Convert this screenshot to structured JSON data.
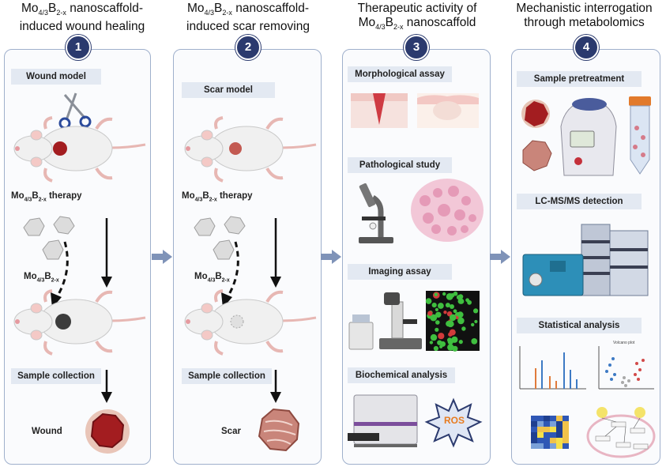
{
  "columns": [
    {
      "num": "1",
      "title_line1_a": "Mo",
      "title_line1_sub1": "4/3",
      "title_line1_b": "B",
      "title_line1_sub2": "2-x",
      "title_line1_c": " nanoscaffold-",
      "title_line2": "induced wound healing"
    },
    {
      "num": "2",
      "title_line1_a": "Mo",
      "title_line1_sub1": "4/3",
      "title_line1_b": "B",
      "title_line1_sub2": "2-x",
      "title_line1_c": " nanoscaffold-",
      "title_line2": "induced scar removing"
    },
    {
      "num": "3",
      "title_line1": "Therapeutic activity of",
      "title_line2_a": "Mo",
      "title_line2_sub1": "4/3",
      "title_line2_b": "B",
      "title_line2_sub2": "2-x",
      "title_line2_c": " nanoscaffold"
    },
    {
      "num": "4",
      "title_line1": "Mechanistic interrogation",
      "title_line2": "through metabolomics"
    }
  ],
  "panel1": {
    "wound_model": "Wound model",
    "therapy_a": "Mo",
    "therapy_sub1": "4/3",
    "therapy_b": "B",
    "therapy_sub2": "2-x",
    "therapy_c": " therapy",
    "mat_a": "Mo",
    "mat_sub1": "4/3",
    "mat_b": "B",
    "mat_sub2": "2-x",
    "sample_collection": "Sample collection",
    "result": "Wound"
  },
  "panel2": {
    "scar_model": "Scar model",
    "therapy_a": "Mo",
    "therapy_sub1": "4/3",
    "therapy_b": "B",
    "therapy_sub2": "2-x",
    "therapy_c": " therapy",
    "mat_a": "Mo",
    "mat_sub1": "4/3",
    "mat_b": "B",
    "mat_sub2": "2-x",
    "sample_collection": "Sample collection",
    "result": "Scar"
  },
  "panel3": {
    "morph": "Morphological assay",
    "patho": "Pathological study",
    "imaging": "Imaging assay",
    "biochem": "Biochemical analysis",
    "ros": "ROS"
  },
  "panel4": {
    "pretreat": "Sample pretreatment",
    "lcms": "LC-MS/MS detection",
    "stats": "Statistical analysis",
    "volcano": "Volcano plot"
  },
  "colors": {
    "panel_border": "#9fb0cc",
    "label_bg": "#e3e9f2",
    "badge": "#2b3a6e",
    "arrow": "#7f93b8",
    "wound_red": "#a31d20"
  }
}
